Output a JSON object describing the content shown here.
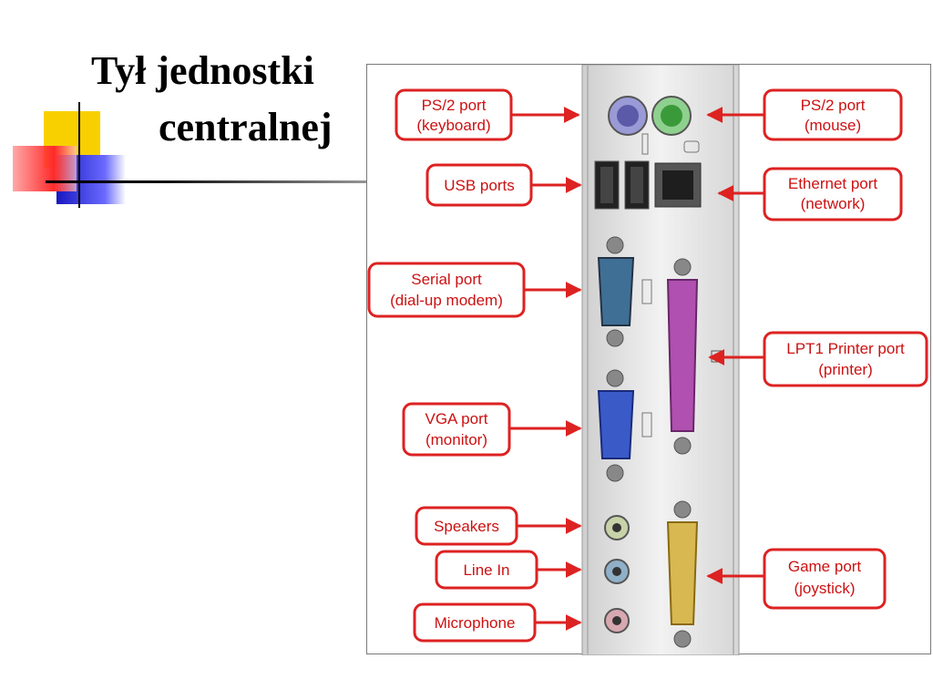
{
  "slide": {
    "title_line1": "Tył jednostki",
    "title_line2": "centralnej"
  },
  "colors": {
    "accent_red": "#dd2222",
    "label_text": "#cc1111",
    "deco_yellow": "#f8d000",
    "deco_blue": "#2222cc",
    "deco_red": "#ff3333",
    "panel_gray": "#e6e6e6"
  },
  "labels": {
    "ps2_keyboard": {
      "line1": "PS/2 port",
      "line2": "(keyboard)"
    },
    "ps2_mouse": {
      "line1": "PS/2 port",
      "line2": "(mouse)"
    },
    "usb": {
      "line1": "USB ports"
    },
    "ethernet": {
      "line1": "Ethernet port",
      "line2": "(network)"
    },
    "serial": {
      "line1": "Serial port",
      "line2": "(dial-up modem)"
    },
    "lpt1": {
      "line1": "LPT1 Printer port",
      "line2": "(printer)"
    },
    "vga": {
      "line1": "VGA port",
      "line2": "(monitor)"
    },
    "speakers": {
      "line1": "Speakers"
    },
    "line_in": {
      "line1": "Line In"
    },
    "microphone": {
      "line1": "Microphone"
    },
    "game": {
      "line1": "Game port",
      "line2": "(joystick)"
    }
  }
}
